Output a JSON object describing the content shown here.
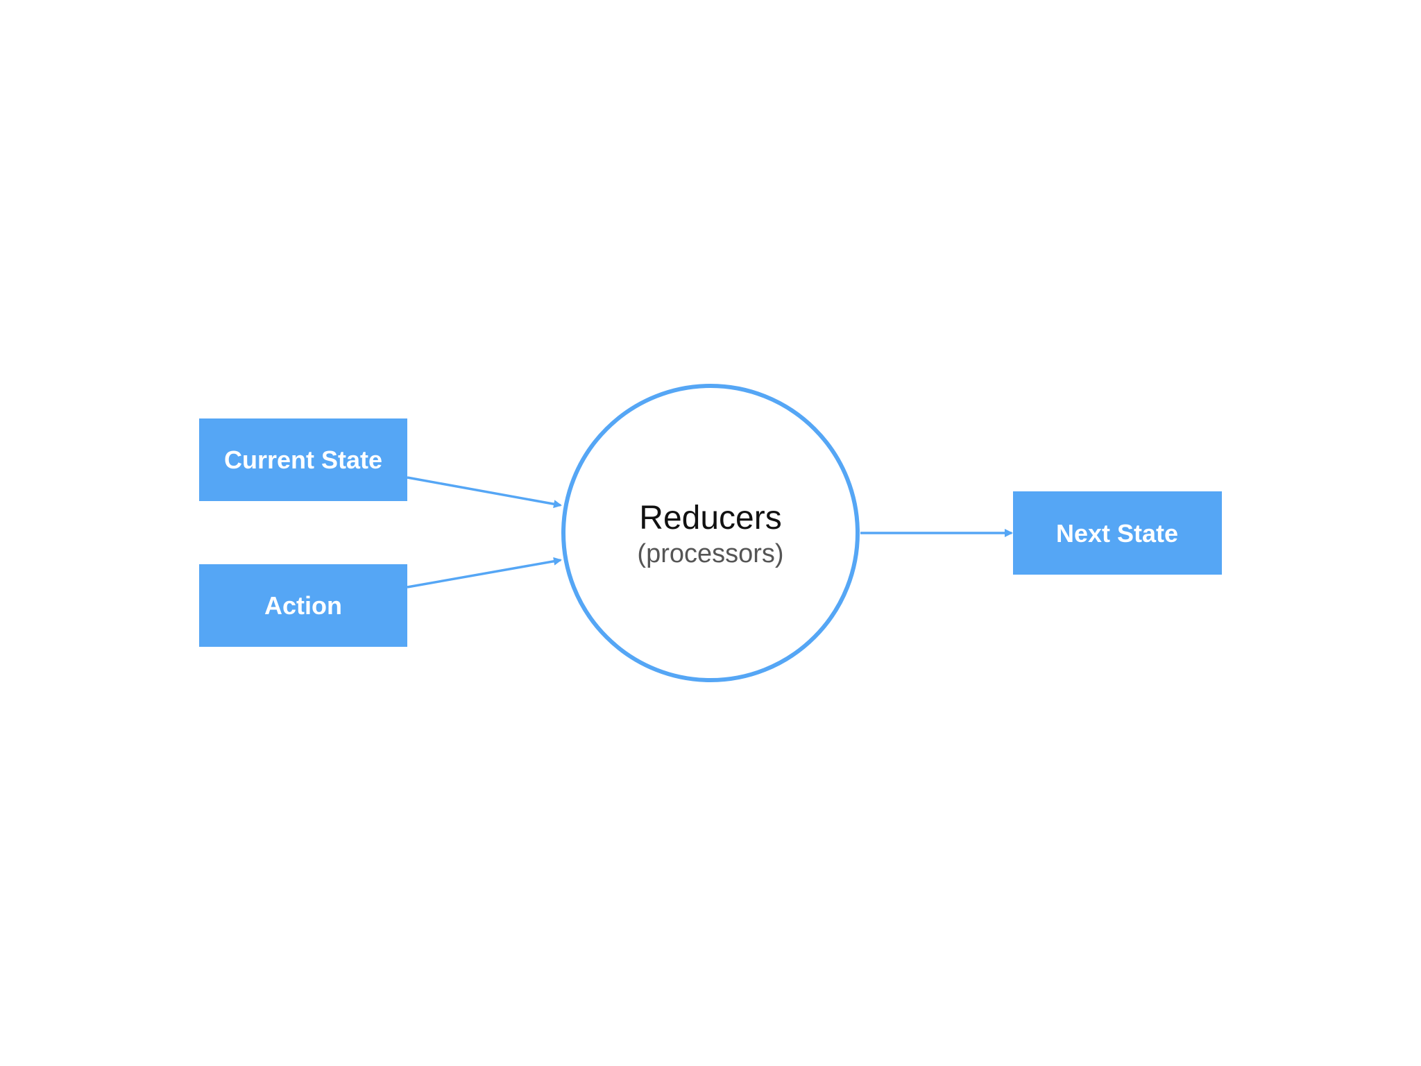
{
  "colors": {
    "accent": "#55a6f5",
    "background": "#ffffff",
    "box_text": "#ffffff",
    "title_text": "#111111",
    "subtitle_text": "#555555"
  },
  "nodes": {
    "current_state": "Current State",
    "action": "Action",
    "reducers_title": "Reducers",
    "reducers_subtitle": "(processors)",
    "next_state": "Next State"
  },
  "edges": [
    {
      "from": "current_state",
      "to": "reducers"
    },
    {
      "from": "action",
      "to": "reducers"
    },
    {
      "from": "reducers",
      "to": "next_state"
    }
  ]
}
